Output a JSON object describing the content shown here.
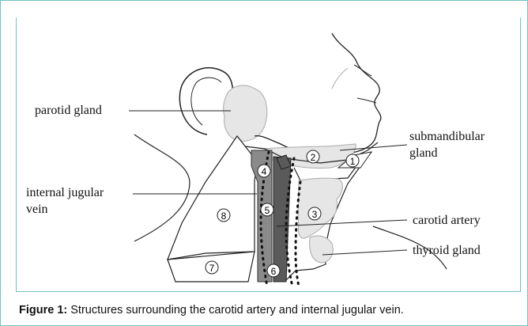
{
  "labels": {
    "parotid": "parotid gland",
    "submandibular_1": "submandibular",
    "submandibular_2": "gland",
    "ijv_1": "internal jugular",
    "ijv_2": "vein",
    "carotid": "carotid artery",
    "thyroid": "thyroid gland"
  },
  "regions": {
    "r1": "1",
    "r2": "2",
    "r3": "3",
    "r4": "4",
    "r5": "5",
    "r6": "6",
    "r7": "7",
    "r8": "8"
  },
  "caption": {
    "prefix": "Figure 1:",
    "text": " Structures surrounding the carotid artery and internal jugular vein."
  },
  "colors": {
    "frame": "#6fc3bd",
    "ijv": "#8a8a8a",
    "carotid": "#5a5a5a",
    "gland": "#e6e6e6"
  }
}
